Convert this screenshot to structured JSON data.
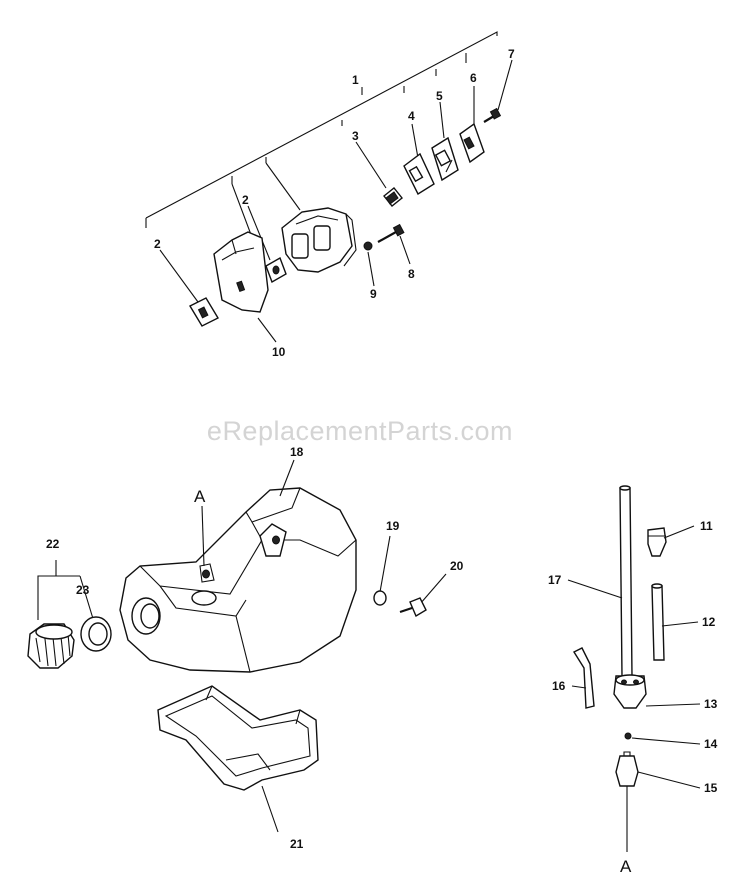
{
  "watermark": "eReplacementParts.com",
  "callouts": {
    "c1": "1",
    "c2a": "2",
    "c2b": "2",
    "c3": "3",
    "c4": "4",
    "c5": "5",
    "c6": "6",
    "c7": "7",
    "c8": "8",
    "c9": "9",
    "c10": "10",
    "c11": "11",
    "c12": "12",
    "c13": "13",
    "c14": "14",
    "c15": "15",
    "c16": "16",
    "c17": "17",
    "c18": "18",
    "c19": "19",
    "c20": "20",
    "c21": "21",
    "c22": "22",
    "c23": "23",
    "ref_a_top": "A",
    "ref_a_bottom": "A"
  }
}
